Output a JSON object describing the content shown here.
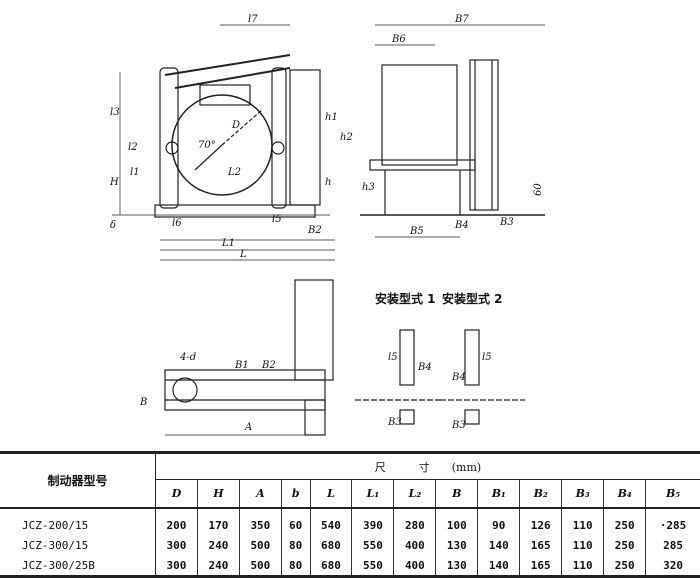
{
  "drawing": {
    "side_view_labels": [
      "l7",
      "B7",
      "B6",
      "l3",
      "l2",
      "D",
      "70°",
      "L2",
      "H",
      "l1",
      "h2",
      "h1",
      "h3",
      "h",
      "δ",
      "l6",
      "l5",
      "B2",
      "L1",
      "L",
      "B5",
      "B4",
      "B3",
      "60"
    ],
    "plan_view_labels": [
      "4-d",
      "B1",
      "B2",
      "B",
      "A"
    ],
    "install_type_1": "安装型式 1",
    "install_type_2": "安装型式 2",
    "install_labels": [
      "l5",
      "B4",
      "B3",
      "l5",
      "B4",
      "B3"
    ]
  },
  "table": {
    "model_header": "制动器型号",
    "dimension_header": "尺　　　寸",
    "unit": "(mm)",
    "columns": [
      "D",
      "H",
      "A",
      "b",
      "L",
      "L₁",
      "L₂",
      "B",
      "B₁",
      "B₂",
      "B₃",
      "B₄",
      "B₅"
    ],
    "rows": [
      {
        "model": "JCZ-200/15",
        "values": [
          "200",
          "170",
          "350",
          "60",
          "540",
          "390",
          "280",
          "100",
          "90",
          "126",
          "110",
          "250",
          "·285"
        ]
      },
      {
        "model": "JCZ-300/15",
        "values": [
          "300",
          "240",
          "500",
          "80",
          "680",
          "550",
          "400",
          "130",
          "140",
          "165",
          "110",
          "250",
          "285"
        ]
      },
      {
        "model": "JCZ-300/25B",
        "values": [
          "300",
          "240",
          "500",
          "80",
          "680",
          "550",
          "400",
          "130",
          "140",
          "165",
          "110",
          "250",
          "320"
        ]
      }
    ]
  }
}
